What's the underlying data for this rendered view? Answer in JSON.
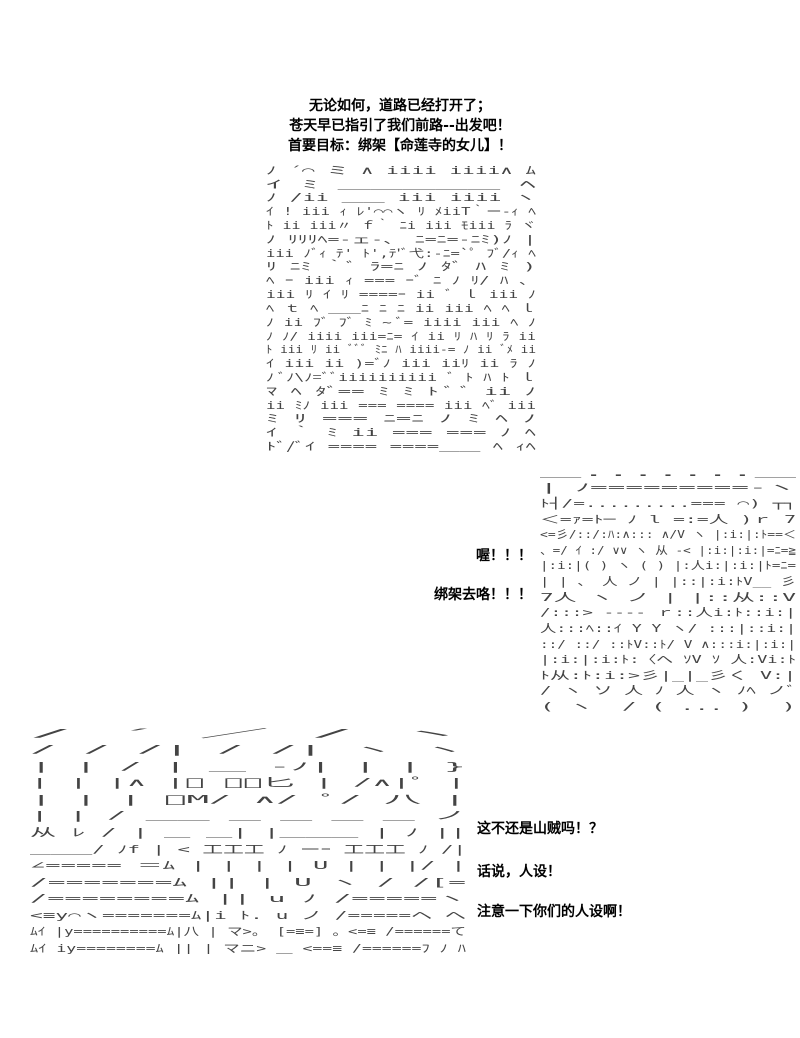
{
  "top_caption": {
    "line1": "无论如何，道路已经打开了；",
    "line2": "苍天早已指引了我们前路--出发吧！",
    "line3": "首要目标：绑架【命莲寺的女儿】！"
  },
  "middle_dialogue": {
    "line1": "喔！！！",
    "line2": "绑架去咯！！！"
  },
  "bottom_dialogue": {
    "line1": "这不还是山贼吗！？",
    "line2": "话说，人设！",
    "line3": "注意一下你们的人设啊！"
  },
  "art": {
    "top_figure": [
      "ﾉ  ´⌒ ミ    ∧ iiii  iiii∧ ﾑ",
      "   ｲ  ﾐ  ＿＿＿＿＿    ﾍ",
      " ﾉ  /ii     ＿＿    iii iiii   ヽ",
      "ｲ ! iii ｨ   ﾚ'⌒⌒ヽ ﾘ  ﾒiiT｀ー-ｨ ﾍ",
      "ﾄ  ii iii〃 ｆ｀ ﾆi iii  ﾓiii ﾗ  ヾ",
      "ﾉ  ﾘﾘﾘﾍ=-ェ-、 ﾆ=ﾆ=-ﾆﾐ)ﾉ   |",
      "iii   ﾉﾞｨ  ﾃ' ﾄ',ﾃ'ﾞ弋:-ﾆ=`ﾟ ﾌﾞ/ｨ  ﾍ",
      "ﾘ  ﾆﾐ ｀ﾞ ﾗ=ﾆ ﾉ ﾀﾞ   ﾊ   ﾐ   )",
      "ﾍ  ｰ iii ｨ  ===  ｰﾞ   ﾆ    ﾉ ﾘ/ ﾊ  、",
      "iii ﾘ ｲ  ﾘ ====ｰ  ii ﾞ   ｌ  iii  ﾉ",
      "ﾍ  ｔ   ﾍ  ＿＿ﾆ ﾆ  ﾆ  ii  iii ﾍ ﾍ ｌ",
      " ﾉ  ii ﾌﾞ  ﾌﾞ ﾐ ~    ﾞ=  iiii  iii ﾍ ﾉ",
      "ﾉ  ﾉ/ iiii  iii=ﾆ=  ｲ  ii ﾘ  ﾊ  ﾘ ﾗ  ii",
      "ﾄ  iii ﾘ ii ﾞﾞﾞ ﾐﾆ ﾊ  iiii-= ﾉ ii ﾞﾒ ii",
      "ｲ  iii  ii )=ﾞﾉ   iii  iiﾘ  ii ﾗ ﾉ",
      "ﾉ  ﾞﾉ\\ﾉ=ﾞﾞiiiiiiiiii ﾞ ﾄ  ﾊ ﾄ ｌ",
      "ﾏ  ﾍ ﾀﾞ==  ﾐ  ﾐ    ﾄ  ﾞ  ﾞ ii ﾉ",
      "ii  ﾐﾉ iii ===  ====  iii  ﾍﾞ  iii",
      "    ﾐ   ﾘ  ===  ﾆ=ﾆ  ﾉ  ﾐ  ﾍ  ﾉ",
      "ｲ  ｀ ﾐ  ii   ===   ===  ﾉ   ﾍ",
      "ﾄﾞ/ﾞｲ    ====  ====＿＿ ﾍ  ｨﾍ"
    ],
    "right_figure": [
      "         ＿.......＿",
      "   |  ﾉ=========-ヽ",
      "  ﾄ┤/=.........===  ⌒) ┬┐",
      " ＜=ｧ=ﾄ─ ﾉ  l  =:=人   )ｒ 7",
      " <=彡/::/:ﾊ:∧::: ∧/V ヽ |:i:|:ﾄ==＜",
      " 、=/ ｲ :/ ∨∨ ヽ 从 -< |:i:|:i:|=ﾆ=≧",
      "    |:i:|(  )  ヽ (  ) |:人i:|:i:|ﾄ=ﾆ=",
      "    | |  、 人 ノ     | |::|:i:ﾄV__ 彡",
      "     7人 ヽ      ノ  | |::从::V",
      "       /:::>  ---- ｒ::人i:ﾄ::i:|",
      "     人:::ﾍ::ｲ  Y  Y ヽ/ :::|::i:|",
      "    ::/  ::/  ::ﾄV::ﾄ/ V   ∧:::i:|:i:|",
      "    |:i:|:i:ﾄ:〈へ ｿV   ｿ  人:Vi:ﾄ",
      "    ﾄ从:ﾄ:i:>彡|_|_彡く V:|",
      "    /  ヽ  ソ  人 ﾉ 人 ヽ  ﾉﾍ ノﾞ",
      "         (_ヽ__/ ( ... )__)"
    ],
    "bottom_figure": [
      "        /  ´        ／ /      ヽ",
      "       /  /  /|   /  /|  ヽ  ヽ",
      "      |   |  /  | ＿ -ﾉ|  |  |  }",
      "      |  |  |∧ |ﾟ  ＿ﾟ匕 |  /∧|ﾟ  |",
      "      |  |  | ﾟM/    ∧/ ﾟ/  八  |",
      "      |  |  /  ＿＿  ＿  ＿ ＿ ＿   ノ",
      "      从 ﾚ /  |  ＿ ＿|  |＿＿＿ |  ﾉ ||",
      "  ＿＿＿/  ﾉf  |  <  工工工 ﾉ ーｰ 工工工 ﾉ /|",
      " ∠=====  ＝ﾑ  |  |  |  |  U  |  |  |/  |",
      " /=======ﾑ  ||   |  U     ヽ       /  /[=",
      "/========ﾑ  ||     u      ﾉ  /=====ヽ",
      "<≡y⌒ヽ=======ﾑ|i  ﾄ.       u  ノ  /=====ヘ へ",
      "ﾑｲ  |y==========ﾑ|八 | マ>。 [=≡=] 。<=≡ /======て",
      "ﾑｲ  iy========ﾑ  ||  | マニ> ＿ <==≡ /======ﾌ ﾉ ﾊ"
    ]
  }
}
